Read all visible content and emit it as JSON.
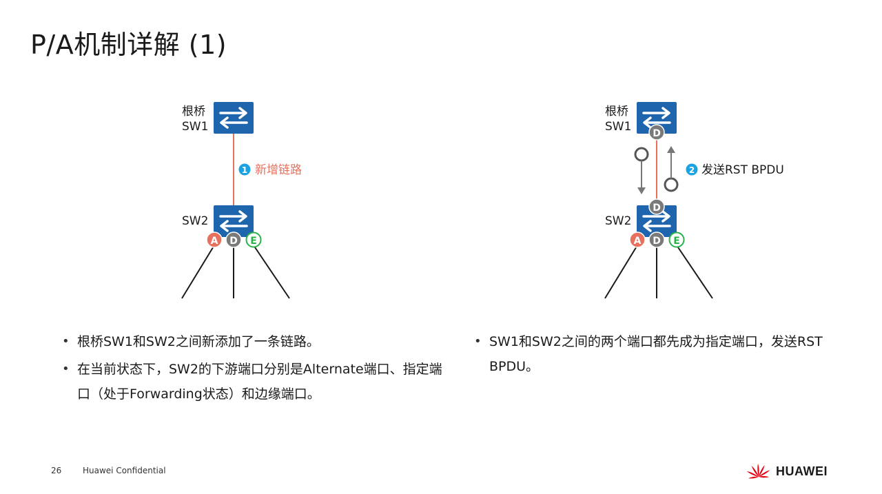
{
  "title": "P/A机制详解 (1)",
  "left_diagram": {
    "root_label_line1": "根桥",
    "root_label_line2": "SW1",
    "sw2_label": "SW2",
    "step_number": "1",
    "step_text": "新增链路",
    "ports": [
      "A",
      "D",
      "E"
    ]
  },
  "right_diagram": {
    "root_label_line1": "根桥",
    "root_label_line2": "SW1",
    "sw2_label": "SW2",
    "root_port": "D",
    "sw2_up_port": "D",
    "step_number": "2",
    "step_text": "发送RST BPDU",
    "ports": [
      "A",
      "D",
      "E"
    ]
  },
  "bullets_left": [
    "根桥SW1和SW2之间新添加了一条链路。",
    "在当前状态下，SW2的下游端口分别是Alternate端口、指定端口（处于Forwarding状态）和边缘端口。"
  ],
  "bullets_right": [
    "SW1和SW2之间的两个端口都先成为指定端口，发送RST BPDU。"
  ],
  "footer": {
    "page_number": "26",
    "confidential": "Huawei Confidential",
    "brand": "HUAWEI"
  },
  "colors": {
    "switch_blue": "#1f65ad",
    "port_A": "#e8705e",
    "port_D": "#7a7a7a",
    "port_E": "#2ab24a",
    "link_red": "#e8705e",
    "step_blue": "#1aa3e0",
    "brand_red": "#e60012"
  }
}
